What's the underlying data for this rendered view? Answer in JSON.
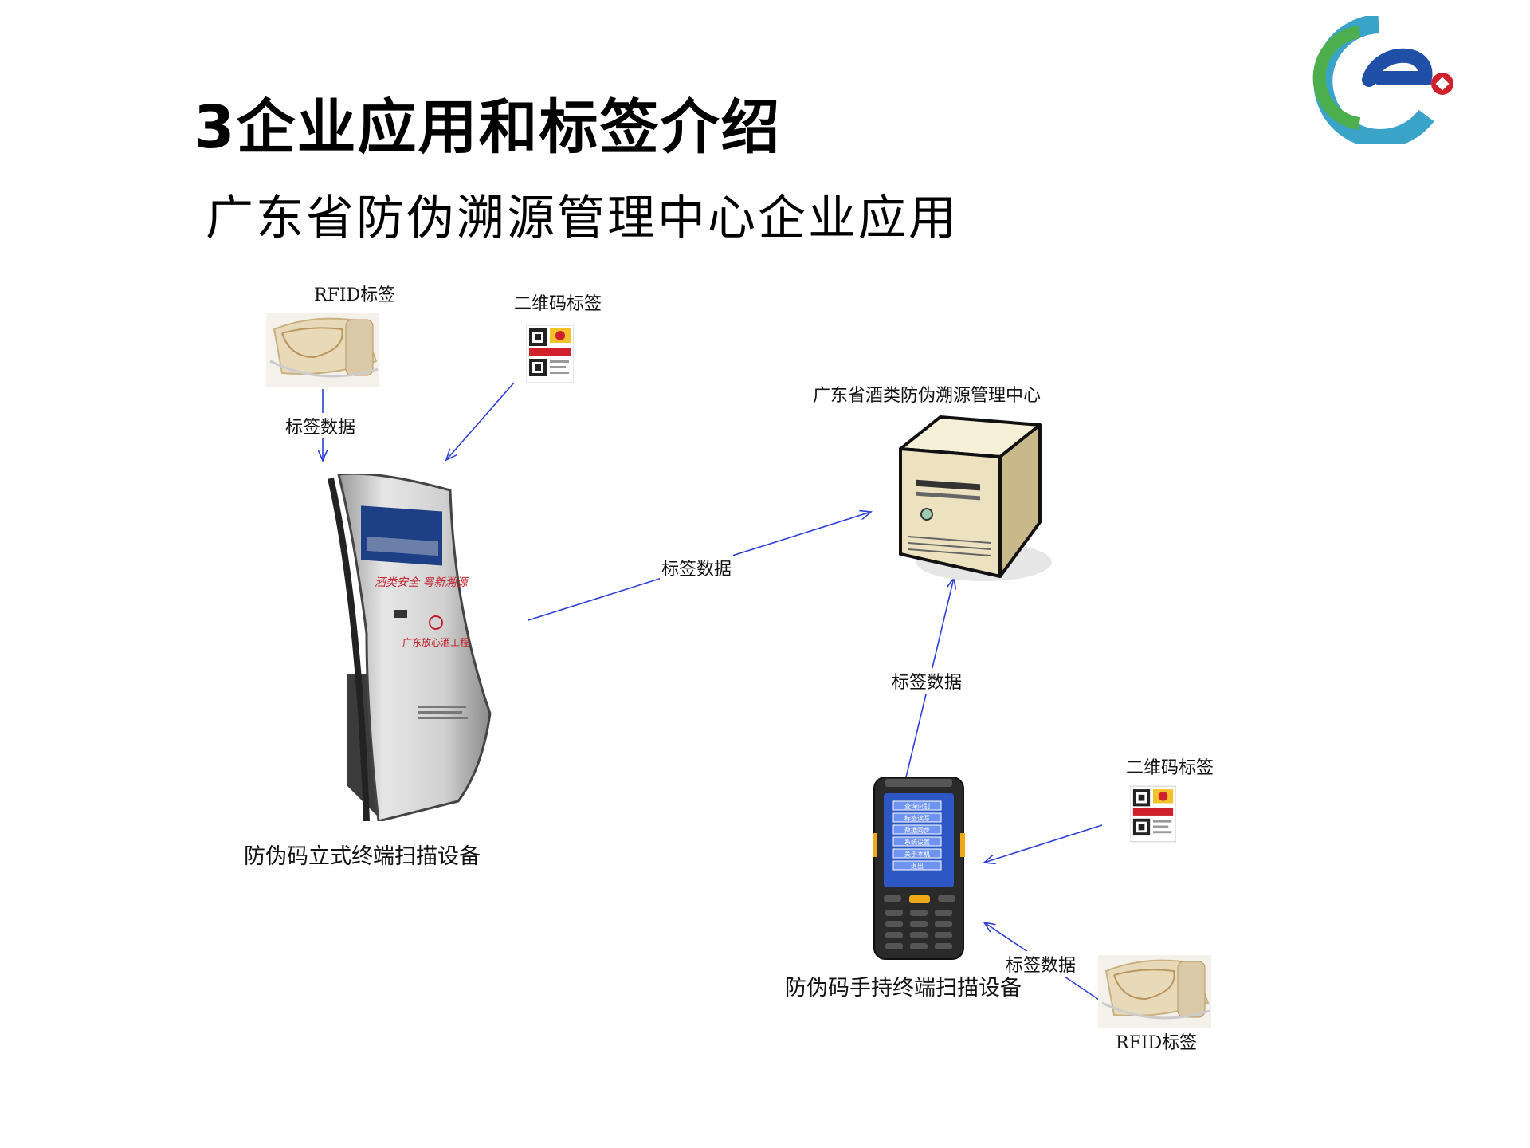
{
  "title": "3企业应用和标签介绍",
  "subtitle": "广东省防伪溯源管理中心企业应用",
  "labels": {
    "rfid_top": "RFID标签",
    "qr_top": "二维码标签",
    "tag_data_left": "标签数据",
    "tag_data_mid": "标签数据",
    "tag_data_vertical": "标签数据",
    "tag_data_bottom": "标签数据",
    "center": "广东省酒类防伪溯源管理中心",
    "kiosk": "防伪码立式终端扫描设备",
    "handheld": "防伪码手持终端扫描设备",
    "qr_bottom": "二维码标签",
    "rfid_bottom": "RFID标签"
  },
  "kiosk_screen": {
    "banner": "酒类安全 粤新溯源",
    "brand": "广东放心酒工程"
  },
  "handheld_menu": [
    "查询识别",
    "标签读写",
    "数据同步",
    "系统设置",
    "关于本机",
    "退出"
  ],
  "colors": {
    "arrow": "#2b3fd6",
    "logo_blue": "#1f4fa6",
    "logo_green": "#4cae4c",
    "logo_red": "#d0202c",
    "server_body": "#efe6c8"
  },
  "icons": [
    "company-logo-icon",
    "rfid-tag-icon",
    "qr-tag-icon",
    "kiosk-terminal-icon",
    "server-icon",
    "handheld-scanner-icon"
  ]
}
